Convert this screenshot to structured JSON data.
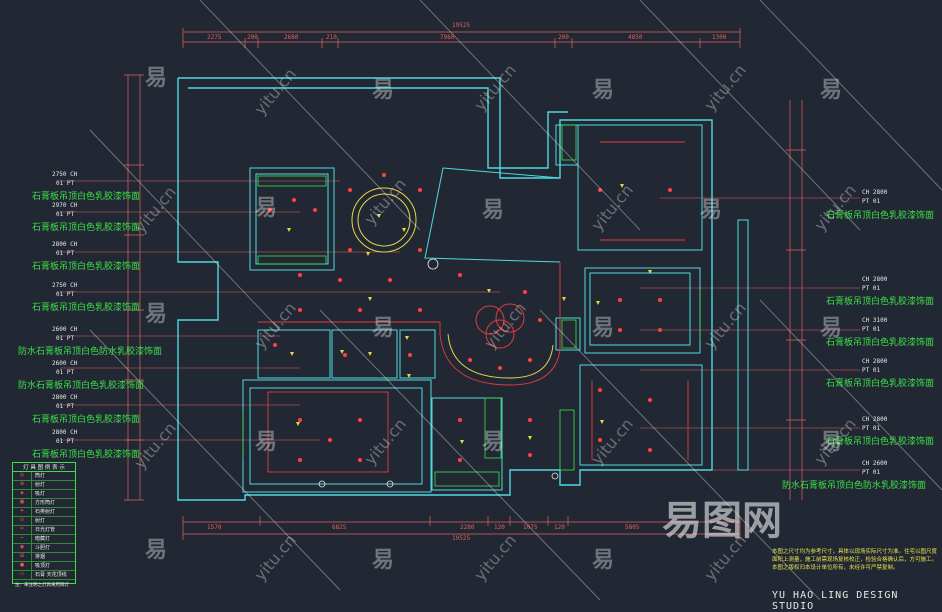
{
  "overall_top": "19525",
  "overall_bottom": "19525",
  "top_dims": [
    "2275",
    "200",
    "2680",
    "210",
    "7960",
    "200",
    "4850",
    "1300"
  ],
  "bottom_dims": [
    "1570",
    "6825",
    "2280",
    "120",
    "1075",
    "120",
    "5805"
  ],
  "left_ceilings": [
    {
      "ch": "2750",
      "pt": "01",
      "desc": "石膏板吊顶白色乳胶漆饰面"
    },
    {
      "ch": "2970",
      "pt": "01",
      "desc": "石膏板吊顶白色乳胶漆饰面"
    },
    {
      "ch": "2800",
      "pt": "01",
      "desc": "石膏板吊顶白色乳胶漆饰面"
    },
    {
      "ch": "2750",
      "pt": "01",
      "desc": "石膏板吊顶白色乳胶漆饰面"
    },
    {
      "ch": "2600",
      "pt": "01",
      "desc": "防水石膏板吊顶白色防水乳胶漆饰面"
    },
    {
      "ch": "2600",
      "pt": "01",
      "desc": "防水石膏板吊顶白色乳胶漆饰面"
    },
    {
      "ch": "2800",
      "pt": "01",
      "desc": "石膏板吊顶白色乳胶漆饰面"
    },
    {
      "ch": "2800",
      "pt": "01",
      "desc": "石膏板吊顶白色乳胶漆饰面"
    }
  ],
  "right_ceilings": [
    {
      "ch": "2800",
      "pt": "01",
      "desc": "石膏板吊顶白色乳胶漆饰面"
    },
    {
      "ch": "2800",
      "pt": "01",
      "desc": "石膏板吊顶白色乳胶漆饰面"
    },
    {
      "ch": "3100",
      "pt": "01",
      "desc": "石膏板吊顶白色乳胶漆饰面"
    },
    {
      "ch": "2800",
      "pt": "01",
      "desc": "石膏板吊顶白色乳胶漆饰面"
    },
    {
      "ch": "2800",
      "pt": "01",
      "desc": "石膏板吊顶白色乳胶漆饰面"
    },
    {
      "ch": "2600",
      "pt": "01",
      "desc": "防水石膏板吊顶白色防水乳胶漆饰面"
    }
  ],
  "ch_label": "CH",
  "pt_label": "PT",
  "legend": {
    "title": "灯 具 图 例 表 示",
    "items": [
      "筒灯",
      "射灯",
      "吸灯",
      "方形筒灯",
      "石英射灯",
      "射灯",
      "日光灯管",
      "暗藏灯",
      "斗胆灯",
      "排烟",
      "吸顶灯",
      "石膏 天花顶线"
    ],
    "note": "注：未注明之灯具采用筒灯"
  },
  "notes": "本图之尺寸均为参考尺寸，具体以现场实际尺寸为准。住宅以图尺度面积上测量，施工前需现场复核校正，检验合格确认后，方可施工。本图之版权归本设计单位所有，未经许可严禁复制。",
  "studio": "YU HAO LING DESIGN STUDIO",
  "watermark_char": "易",
  "watermark_url": "yitu.cn",
  "brand": "易图网"
}
